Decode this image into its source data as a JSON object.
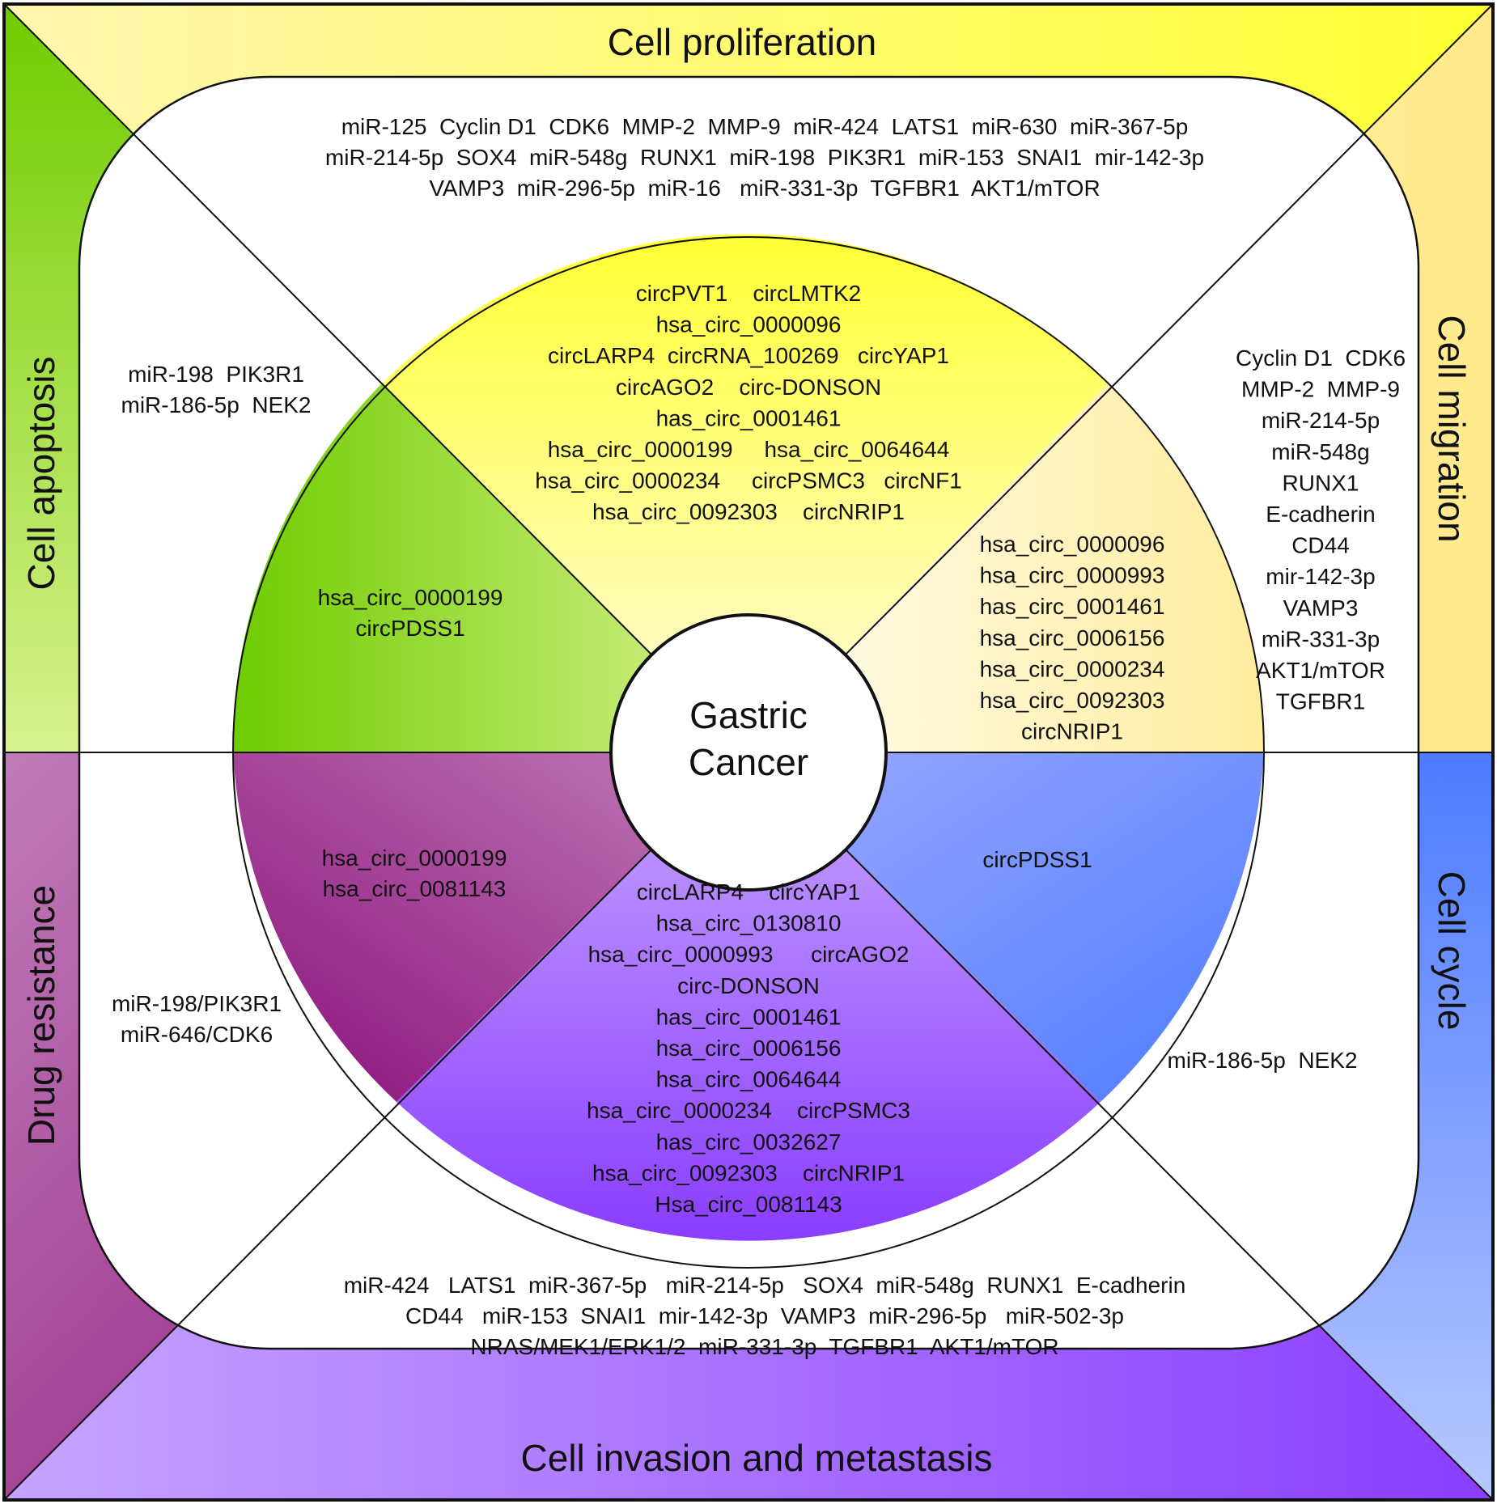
{
  "center": {
    "lines": [
      "Gastric",
      "Cancer"
    ]
  },
  "colors": {
    "yellow": "#ffff33",
    "yellow_light": "#fff6b0",
    "green": "#6fcc00",
    "green_light": "#d8f28e",
    "purple_dark": "#8a0f7a",
    "purple_light": "#c07cb8",
    "violet_light": "#c6a4ff",
    "violet": "#8a3dff",
    "blue": "#4d7bff",
    "blue_light": "#b8c8ff"
  },
  "bands": {
    "top": {
      "title": "Cell proliferation"
    },
    "right": {
      "title": "Cell migration"
    },
    "right_lower": {
      "title": "Cell cycle"
    },
    "left": {
      "title": "Cell apoptosis"
    },
    "left_lower": {
      "title": "Drug resistance"
    },
    "bottom": {
      "title": "Cell invasion and metastasis"
    }
  },
  "outer": {
    "top": [
      "miR-125  Cyclin D1  CDK6  MMP-2  MMP-9  miR-424  LATS1  miR-630  miR-367-5p",
      "miR-214-5p  SOX4  miR-548g  RUNX1  miR-198  PIK3R1  miR-153  SNAI1  mir-142-3p",
      "VAMP3  miR-296-5p  miR-16   miR-331-3p  TGFBR1  AKT1/mTOR"
    ],
    "left_upper": [
      "miR-198  PIK3R1",
      "miR-186-5p  NEK2"
    ],
    "right_upper": [
      "Cyclin D1  CDK6",
      "MMP-2  MMP-9",
      "miR-214-5p",
      "miR-548g",
      "RUNX1",
      "E-cadherin",
      "CD44",
      "mir-142-3p",
      "VAMP3",
      "miR-331-3p",
      "AKT1/mTOR",
      "TGFBR1"
    ],
    "left_lower": [
      "miR-198/PIK3R1",
      "miR-646/CDK6"
    ],
    "right_lower": [
      "miR-186-5p  NEK2"
    ],
    "bottom": [
      "miR-424   LATS1  miR-367-5p   miR-214-5p   SOX4  miR-548g  RUNX1  E-cadherin",
      "CD44   miR-153  SNAI1  mir-142-3p  VAMP3  miR-296-5p   miR-502-3p",
      "NRAS/MEK1/ERK1/2  miR-331-3p  TGFBR1  AKT1/mTOR"
    ]
  },
  "inner": {
    "top": [
      "circPVT1    circLMTK2",
      "hsa_circ_0000096",
      "circLARP4  circRNA_100269   circYAP1",
      "circAGO2    circ-DONSON",
      "has_circ_0001461",
      "hsa_circ_0000199     hsa_circ_0064644",
      "hsa_circ_0000234     circPSMC3   circNF1",
      "hsa_circ_0092303    circNRIP1"
    ],
    "left_upper": [
      "hsa_circ_0000199",
      "circPDSS1"
    ],
    "right_upper": [
      "hsa_circ_0000096",
      "hsa_circ_0000993",
      "has_circ_0001461",
      "hsa_circ_0006156",
      "hsa_circ_0000234",
      "hsa_circ_0092303",
      "circNRIP1"
    ],
    "left_lower": [
      "hsa_circ_0000199",
      "hsa_circ_0081143"
    ],
    "right_lower": [
      "circPDSS1"
    ],
    "bottom": [
      "circLARP4    circYAP1",
      "hsa_circ_0130810",
      "hsa_circ_0000993      circAGO2",
      "circ-DONSON",
      "has_circ_0001461",
      "hsa_circ_0006156",
      "hsa_circ_0064644",
      "hsa_circ_0000234    circPSMC3",
      "has_circ_0032627",
      "hsa_circ_0092303    circNRIP1",
      "Hsa_circ_0081143"
    ]
  }
}
